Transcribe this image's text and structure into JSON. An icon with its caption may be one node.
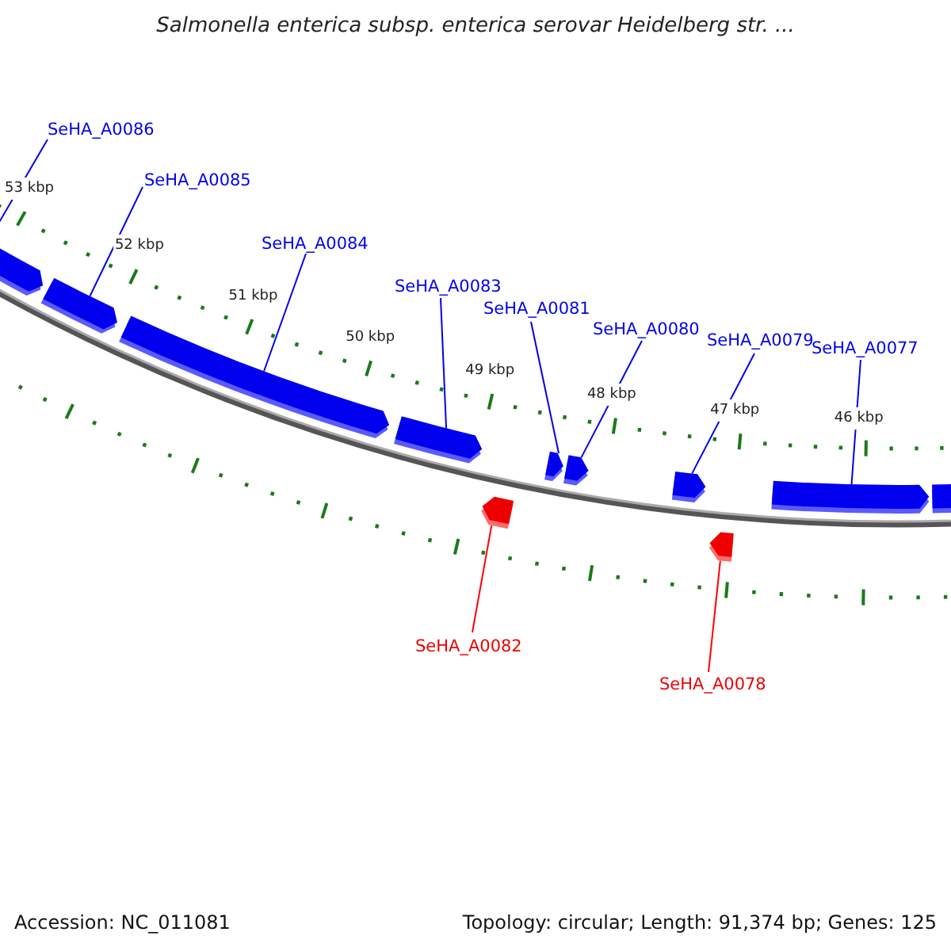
{
  "diagram": {
    "title": "Salmonella enterica subsp. enterica serovar Heidelberg str. ...",
    "nodes": [
      {
        "text": [
          "SeHA_A0086"
        ]
      },
      {
        "text": [
          "SeHA_A0085"
        ]
      },
      {
        "text": [
          "SeHA_A0084"
        ]
      },
      {
        "text": [
          "SeHA_A0083"
        ]
      },
      {
        "text": [
          "SeHA_A0081"
        ]
      },
      {
        "text": [
          "SeHA_A0080"
        ]
      },
      {
        "text": [
          "SeHA_A0079"
        ]
      },
      {
        "text": [
          "SeHA_A0077"
        ]
      },
      {
        "text": [
          "SeHA_A0082"
        ]
      },
      {
        "text": [
          "SeHA_A0078"
        ]
      },
      {
        "text": [],
        "shape": "arrow"
      },
      {
        "text": [],
        "shape": "arrow"
      },
      {
        "text": [],
        "shape": "arrow"
      },
      {
        "text": [],
        "shape": "arrow"
      },
      {
        "text": [],
        "shape": "arrow"
      },
      {
        "text": [],
        "shape": "arrow"
      },
      {
        "text": [],
        "shape": "arrow"
      },
      {
        "text": [],
        "shape": "arrow"
      },
      {
        "text": [],
        "shape": "arrow"
      },
      {
        "text": [],
        "shape": "arrow"
      },
      {
        "text": [],
        "shape": "arrow"
      }
    ],
    "edges": [
      {
        "from": 0,
        "to": 10,
        "arrow": "none"
      },
      {
        "from": 1,
        "to": 11,
        "arrow": "none"
      },
      {
        "from": 2,
        "to": 12,
        "arrow": "none"
      },
      {
        "from": 3,
        "to": 13,
        "arrow": "none"
      },
      {
        "from": 4,
        "to": 15,
        "arrow": "none"
      },
      {
        "from": 5,
        "to": 16,
        "arrow": "none"
      },
      {
        "from": 6,
        "to": 17,
        "arrow": "none"
      },
      {
        "from": 7,
        "to": 19,
        "arrow": "none"
      },
      {
        "from": 8,
        "to": 14,
        "arrow": "none",
        "color": "#ff0000"
      },
      {
        "from": 9,
        "to": 18,
        "arrow": "none",
        "color": "#ff0000"
      }
    ],
    "labels": [
      "53 kbp",
      "52 kbp",
      "51 kbp",
      "50 kbp",
      "49 kbp",
      "48 kbp",
      "47 kbp",
      "46 kbp",
      "Accession: NC_011081",
      "Topology: circular; Length: 91,374 bp; Genes: 125"
    ]
  }
}
